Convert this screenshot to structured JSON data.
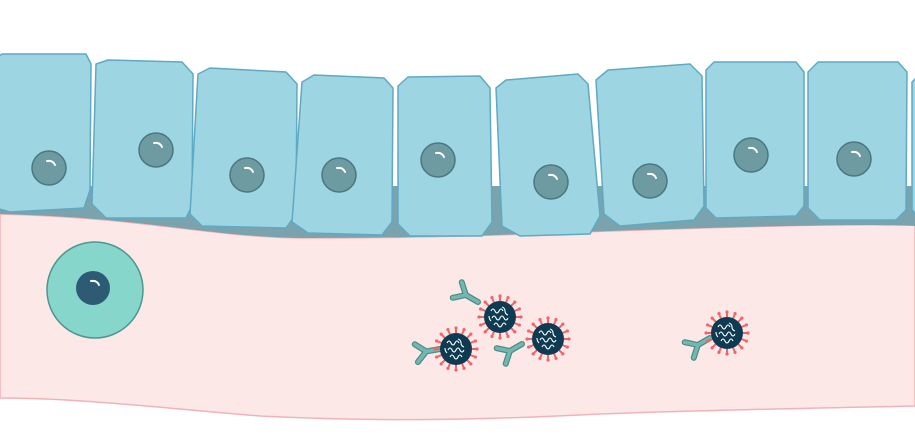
{
  "diagram": {
    "colors": {
      "background": "#ffffff",
      "epithelial_cell_fill": "#9dd5e3",
      "epithelial_cell_stroke": "#5fa9c4",
      "nucleus_fill": "#6e9aa1",
      "nucleus_stroke": "#4a7880",
      "basement_layer": "#7aa3ad",
      "lumen_fill": "#fde8e8",
      "lumen_stroke": "#f2b3b8",
      "immune_cell_fill": "#86d6cc",
      "immune_cell_stroke": "#4d9790",
      "immune_nucleus": "#2d5b73",
      "virus_fill": "#0e3a52",
      "virus_spike": "#f0646a",
      "antibody_fill": "#72b8b0",
      "antibody_stroke": "#4d8a85"
    },
    "counts": {
      "epithelial_cells": 10,
      "immune_cells": 1,
      "virus_particles": 4,
      "antibodies": 4
    },
    "icons": [
      "epithelial-cell-icon",
      "immune-cell-icon",
      "virus-particle-icon",
      "antibody-icon"
    ]
  }
}
